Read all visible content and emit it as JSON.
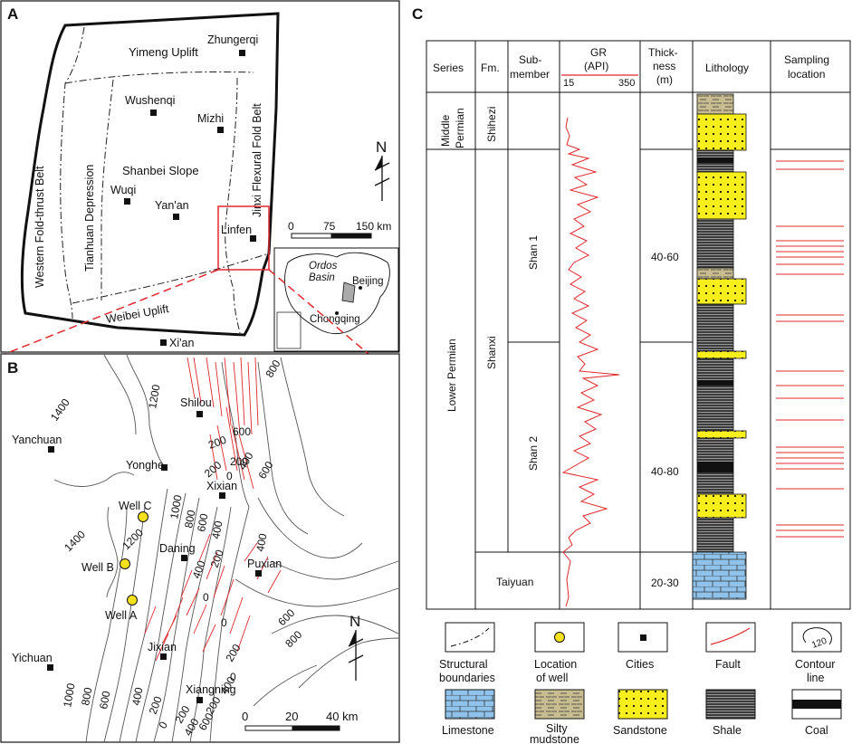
{
  "panel_a": {
    "letter": "A",
    "regions": {
      "yimeng": "Yimeng Uplift",
      "western": "Western Fold-thrust Belt",
      "tianhuan": "Tianhuan Depression",
      "shanbei": "Shanbei Slope",
      "jinxi": "Jinxi Flexural Fold Belt",
      "weibei": "Weibei Uplift"
    },
    "cities": {
      "zhungerqi": "Zhungerqi",
      "wushenqi": "Wushenqi",
      "mizhi": "Mizhi",
      "wuqi": "Wuqi",
      "yanan": "Yan'an",
      "linfen": "Linfen",
      "xian": "Xi'an"
    },
    "north": "N",
    "scale": {
      "s0": "0",
      "s1": "75",
      "s2": "150 km"
    },
    "inset": {
      "basin_line1": "Ordos",
      "basin_line2": "Basin",
      "beijing": "Beijing",
      "chongqing": "Chongqing"
    }
  },
  "panel_b": {
    "letter": "B",
    "cities": {
      "yanchuan": "Yanchuan",
      "shilou": "Shilou",
      "yonghe": "Yonghe",
      "xixian": "Xixian",
      "daning": "Daning",
      "puxian": "Puxian",
      "yichuan": "Yichuan",
      "jixian": "Jixian",
      "xiangning": "Xiangning"
    },
    "wells": {
      "c": "Well C",
      "b": "Well B",
      "a": "Well A"
    },
    "contours": {
      "c1400a": "1400",
      "c1200a": "1200",
      "c800a": "800",
      "c600a": "600",
      "c200a": "200",
      "c200b": "200",
      "c400a": "400",
      "c600b": "600",
      "c200c": "200",
      "c0a": "0",
      "c1400b": "1400",
      "c1200b": "1200",
      "c1000a": "1000",
      "c800b": "800",
      "c600c": "600",
      "c400b": "400",
      "c400c": "400",
      "c200d": "200",
      "c0b": "0",
      "c0c": "0",
      "c600d": "600",
      "c800c": "800",
      "c1000b": "1000",
      "c800d": "800",
      "c600e": "600",
      "c400d": "400",
      "c200e": "200",
      "c0d": "0",
      "c200f": "200",
      "c400e": "400",
      "c0e": "0",
      "c400f": "400",
      "c600f": "600",
      "c400g": "400",
      "c200g": "200",
      "c200h": "200"
    },
    "north": "N",
    "scale": {
      "s0": "0",
      "s1": "20",
      "s2": "40 km"
    }
  },
  "panel_c": {
    "letter": "C",
    "headers": {
      "series": "Series",
      "fm": "Fm.",
      "sub1": "Sub-",
      "sub2": "member",
      "gr1": "GR",
      "gr2": "(API)",
      "gr_min": "15",
      "gr_max": "350",
      "th1": "Thick-",
      "th2": "ness",
      "th3": "(m)",
      "lithology": "Lithology",
      "samp1": "Sampling",
      "samp2": "location"
    },
    "series": {
      "middle1": "Middle",
      "middle2": "Permian",
      "lower": "Lower Permian"
    },
    "formations": {
      "shihezi": "Shihezi",
      "shanxi": "Shanxi",
      "taiyuan": "Taiyuan"
    },
    "submembers": {
      "shan1": "Shan 1",
      "shan2": "Shan 2"
    },
    "thickness": {
      "shan1": "40-60",
      "shan2": "40-80",
      "taiyuan": "20-30"
    }
  },
  "legend": {
    "structural1": "Structural",
    "structural2": "boundaries",
    "well1": "Location",
    "well2": "of well",
    "cities": "Cities",
    "fault": "Fault",
    "contour1": "Contour",
    "contour2": "line",
    "contour_value": "120",
    "limestone": "Limestone",
    "silty1": "Silty",
    "silty2": "mudstone",
    "sandstone": "Sandstone",
    "shale": "Shale",
    "coal": "Coal"
  },
  "colors": {
    "fault": "#e0282e",
    "well": "#f5e11a",
    "sandstone": "#f8ee1c",
    "limestone": "#8fc3ec",
    "silty": "#c8bd91",
    "shale": "#3b3b3b",
    "outline_red": "#e0282e"
  }
}
